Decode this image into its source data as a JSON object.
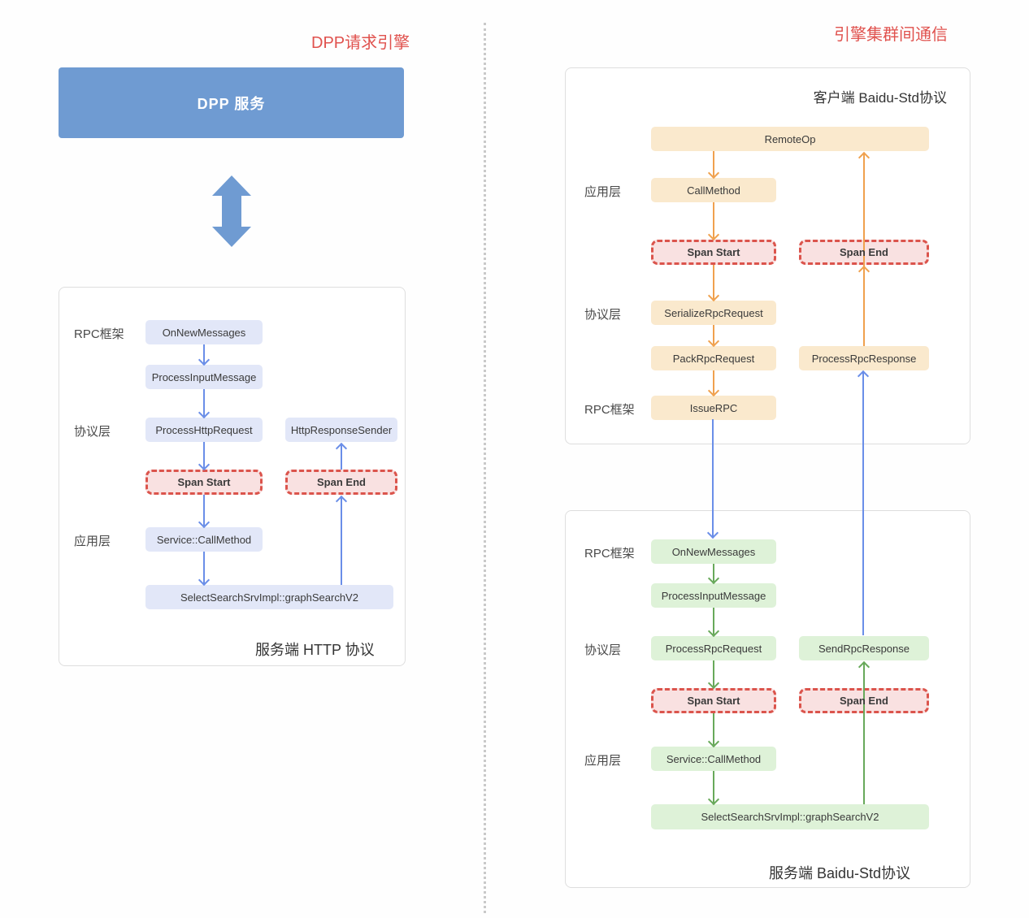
{
  "colors": {
    "accent_red": "#E0524E",
    "steel_blue": "#6F9BD2",
    "arrow_blue": "#6A8EE8",
    "arrow_orange": "#F0A14E",
    "arrow_green": "#68A95A",
    "box_lavender": "#E2E7F8",
    "box_orange": "#FAE9CD",
    "box_green": "#DEF2D8",
    "span_fill": "#F9E1E1",
    "span_border": "#DB544C"
  },
  "left": {
    "title": "DPP请求引擎",
    "dpp_service": "DPP 服务",
    "http_panel": {
      "caption": "服务端 HTTP 协议",
      "layers": {
        "rpc": "RPC框架",
        "protocol": "协议层",
        "app": "应用层"
      },
      "nodes": {
        "on_new_messages": "OnNewMessages",
        "process_input_message": "ProcessInputMessage",
        "process_http_request": "ProcessHttpRequest",
        "http_response_sender": "HttpResponseSender",
        "span_start": "Span Start",
        "span_end": "Span End",
        "service_call_method": "Service::CallMethod",
        "graph_search": "SelectSearchSrvImpl::graphSearchV2"
      }
    }
  },
  "right": {
    "title": "引擎集群间通信",
    "client_panel": {
      "caption": "客户端 Baidu-Std协议",
      "layers": {
        "app": "应用层",
        "protocol": "协议层",
        "rpc": "RPC框架"
      },
      "nodes": {
        "remote_op": "RemoteOp",
        "call_method": "CallMethod",
        "span_start": "Span Start",
        "span_end": "Span End",
        "serialize_rpc_request": "SerializeRpcRequest",
        "pack_rpc_request": "PackRpcRequest",
        "process_rpc_response": "ProcessRpcResponse",
        "issue_rpc": "IssueRPC"
      }
    },
    "server_panel": {
      "caption": "服务端 Baidu-Std协议",
      "layers": {
        "rpc": "RPC框架",
        "protocol": "协议层",
        "app": "应用层"
      },
      "nodes": {
        "on_new_messages": "OnNewMessages",
        "process_input_message": "ProcessInputMessage",
        "process_rpc_request": "ProcessRpcRequest",
        "send_rpc_response": "SendRpcResponse",
        "span_start": "Span Start",
        "span_end": "Span End",
        "service_call_method": "Service::CallMethod",
        "graph_search": "SelectSearchSrvImpl::graphSearchV2"
      }
    }
  }
}
